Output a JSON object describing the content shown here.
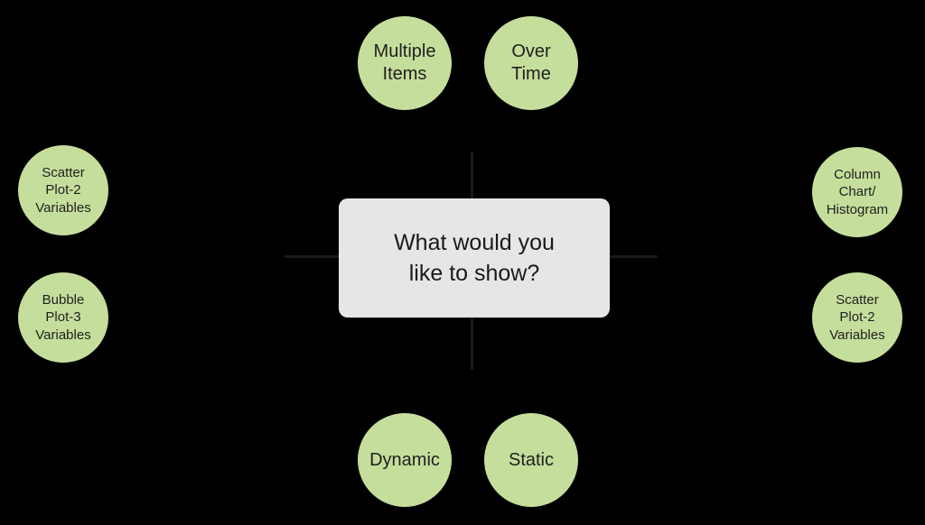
{
  "diagram": {
    "type": "decision-diagram",
    "background_color": "#000000",
    "line_color": "#1a1a1a",
    "node_fill_color": "#c6de9c",
    "center_box": {
      "label": "What would you\nlike to show?",
      "fill_color": "#e6e6e6"
    },
    "nodes": [
      {
        "id": "multiple-items",
        "position": "top-left",
        "label": "Multiple\nItems"
      },
      {
        "id": "over-time",
        "position": "top-right",
        "label": "Over\nTime"
      },
      {
        "id": "scatter-plot-2-variables-left",
        "position": "left-upper",
        "label": "Scatter\nPlot-2\nVariables"
      },
      {
        "id": "bubble-plot-3-variables",
        "position": "left-lower",
        "label": "Bubble\nPlot-3\nVariables"
      },
      {
        "id": "column-chart-histogram",
        "position": "right-upper",
        "label": "Column\nChart/\nHistogram"
      },
      {
        "id": "scatter-plot-2-variables-right",
        "position": "right-lower",
        "label": "Scatter\nPlot-2\nVariables"
      },
      {
        "id": "dynamic",
        "position": "bottom-left",
        "label": "Dynamic"
      },
      {
        "id": "static",
        "position": "bottom-right",
        "label": "Static"
      }
    ]
  }
}
